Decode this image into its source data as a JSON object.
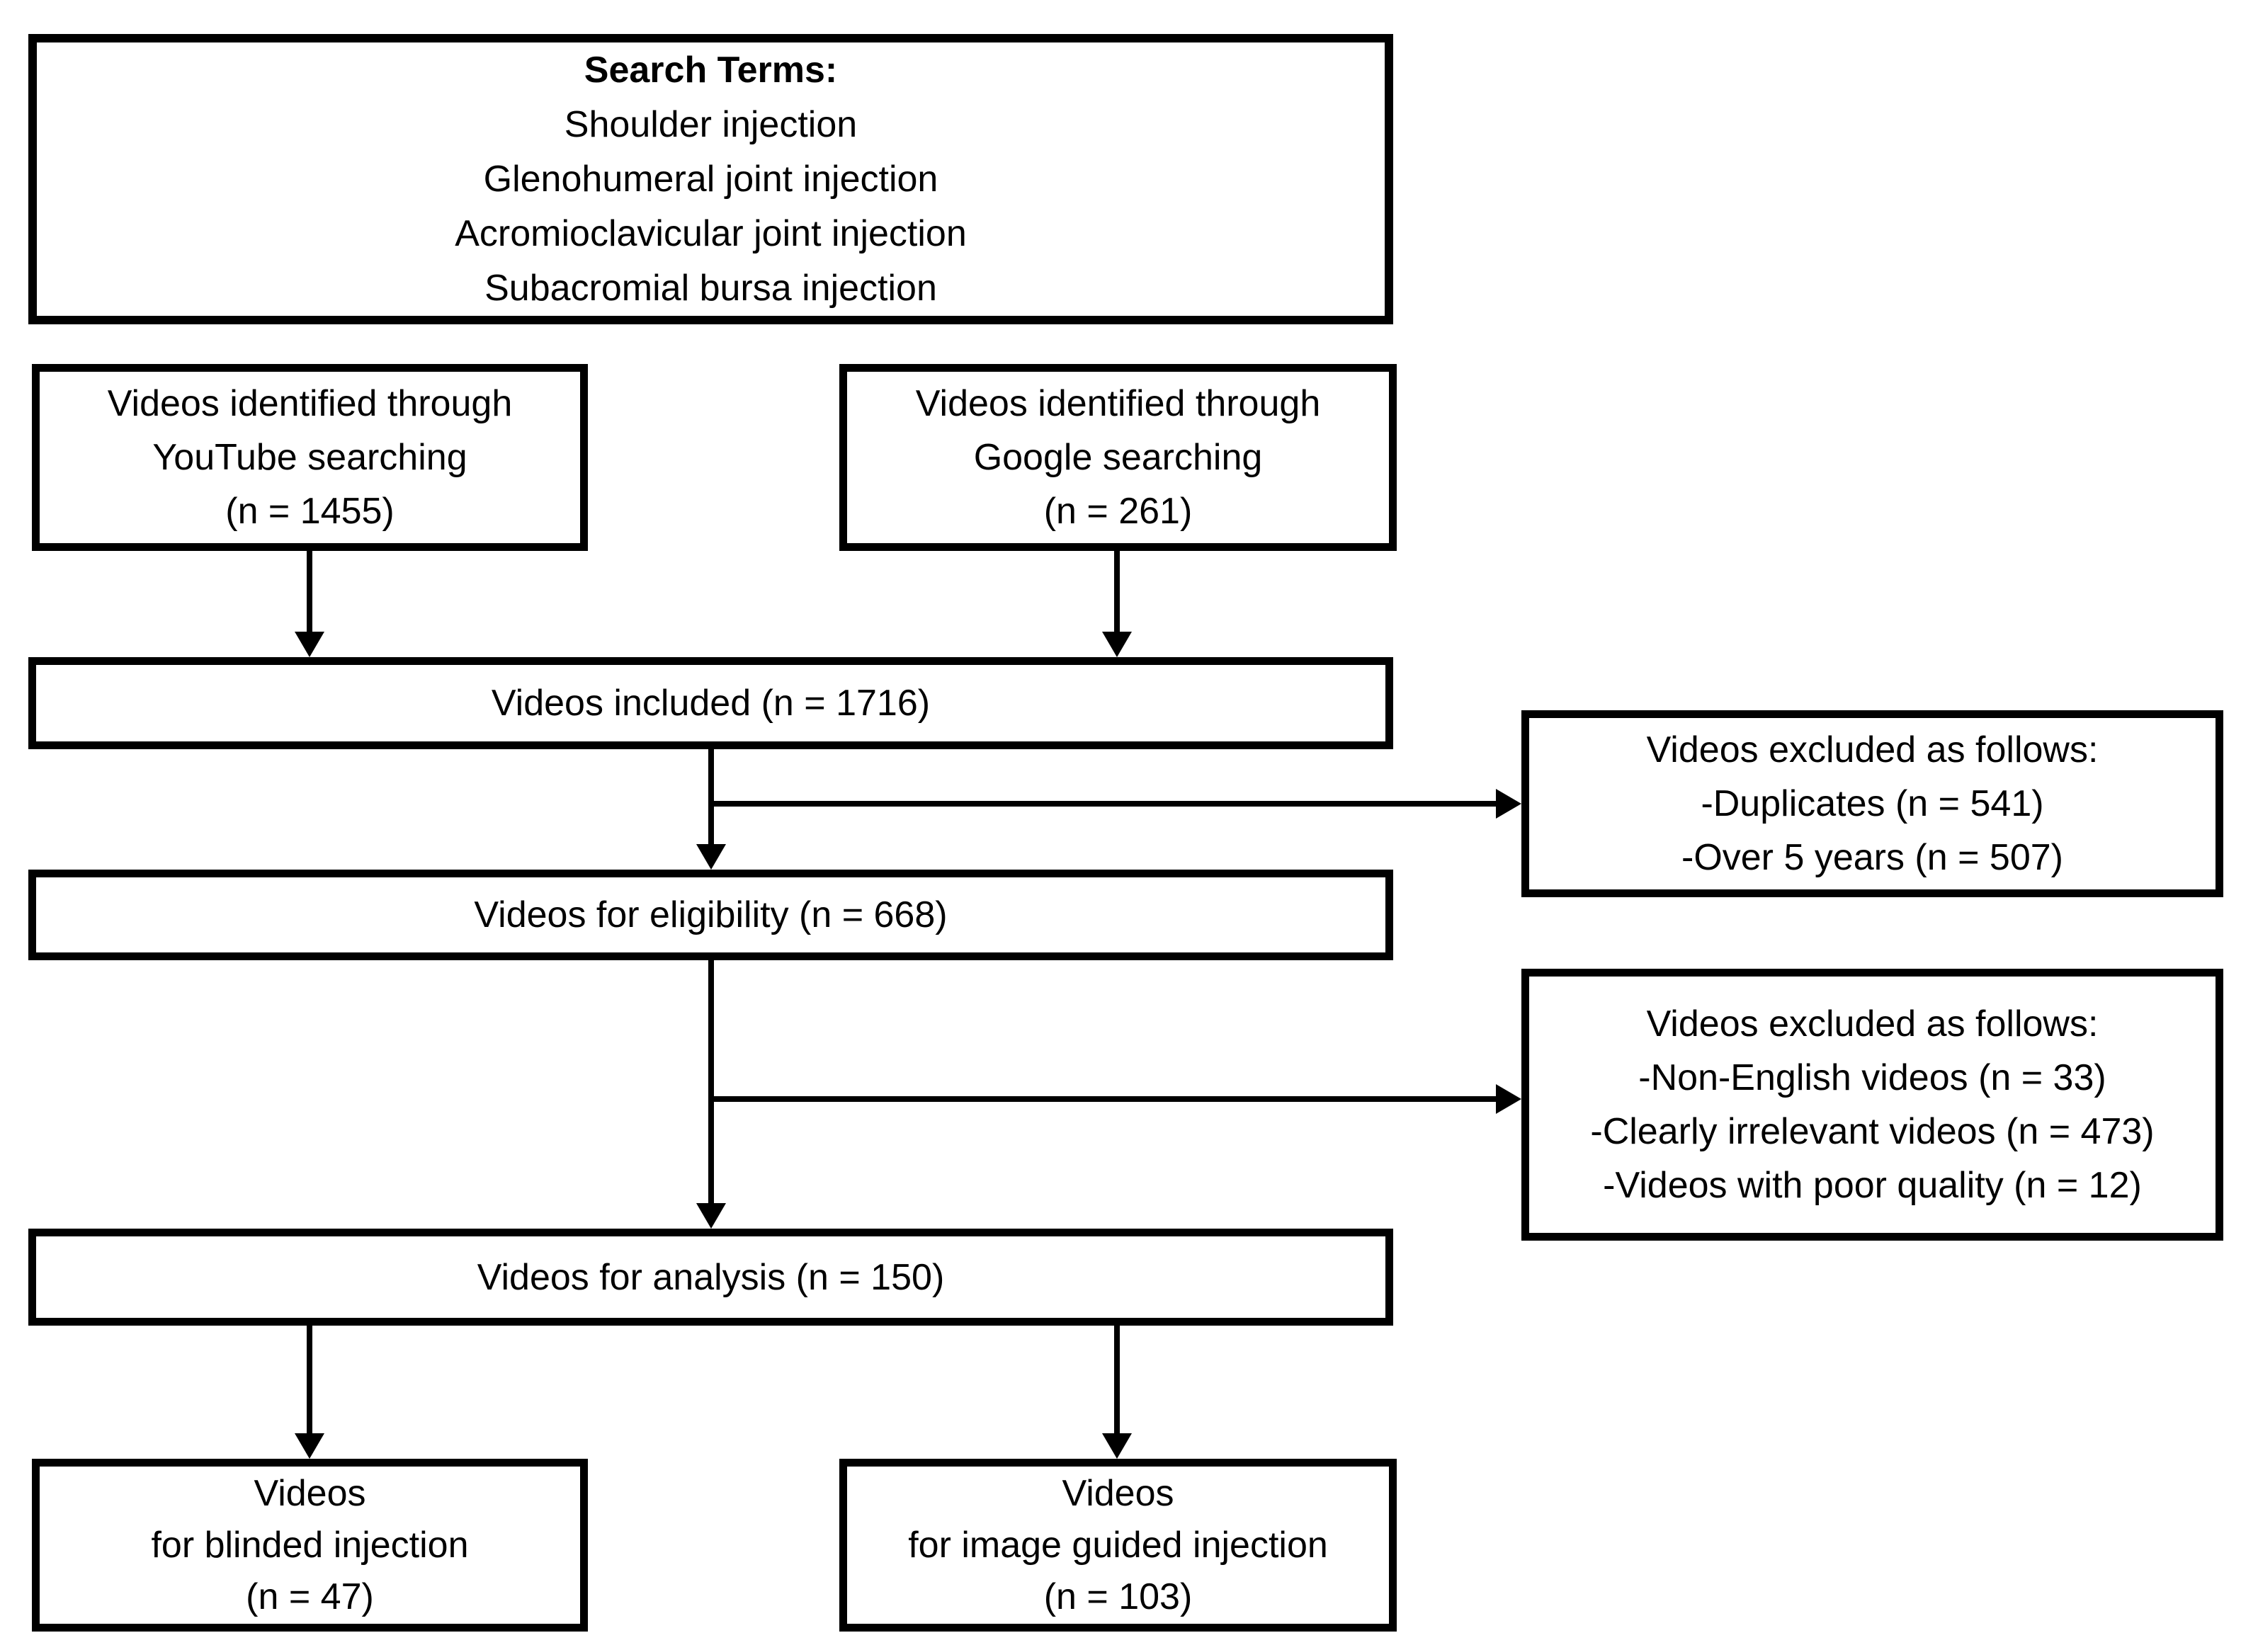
{
  "diagram": {
    "type": "flowchart",
    "description": "Video selection flow diagram",
    "colors": {
      "border": "#000000",
      "text": "#000000",
      "background": "#ffffff"
    },
    "nodes": {
      "search_terms": {
        "lines": [
          "Search Terms:",
          "Shoulder injection",
          "Glenohumeral joint injection",
          "Acromioclavicular joint injection",
          "Subacromial bursa injection"
        ]
      },
      "youtube_source": {
        "lines": [
          "Videos identified through",
          "YouTube searching",
          "(n = 1455)"
        ]
      },
      "google_source": {
        "lines": [
          "Videos identified through",
          "Google searching",
          "(n = 261)"
        ]
      },
      "included": {
        "lines": [
          "Videos included (n = 1716)"
        ]
      },
      "excluded_first": {
        "lines": [
          "Videos excluded as follows:",
          "-Duplicates (n = 541)",
          "-Over 5 years (n = 507)"
        ]
      },
      "eligibility": {
        "lines": [
          "Videos for eligibility (n = 668)"
        ]
      },
      "excluded_second": {
        "lines": [
          "Videos excluded as follows:",
          "-Non-English videos (n = 33)",
          "-Clearly irrelevant videos (n = 473)",
          "-Videos with poor quality (n = 12)"
        ]
      },
      "analysis": {
        "lines": [
          "Videos for analysis (n = 150)"
        ]
      },
      "blinded": {
        "lines": [
          "Videos",
          "for blinded injection",
          "(n = 47)"
        ]
      },
      "image_guided": {
        "lines": [
          "Videos",
          "for image guided injection",
          "(n = 103)"
        ]
      }
    },
    "edges": [
      {
        "from": "youtube_source",
        "to": "included"
      },
      {
        "from": "google_source",
        "to": "included"
      },
      {
        "from": "included",
        "to": "eligibility"
      },
      {
        "from": "included",
        "to": "excluded_first"
      },
      {
        "from": "eligibility",
        "to": "analysis"
      },
      {
        "from": "eligibility",
        "to": "excluded_second"
      },
      {
        "from": "analysis",
        "to": "blinded"
      },
      {
        "from": "analysis",
        "to": "image_guided"
      }
    ]
  }
}
